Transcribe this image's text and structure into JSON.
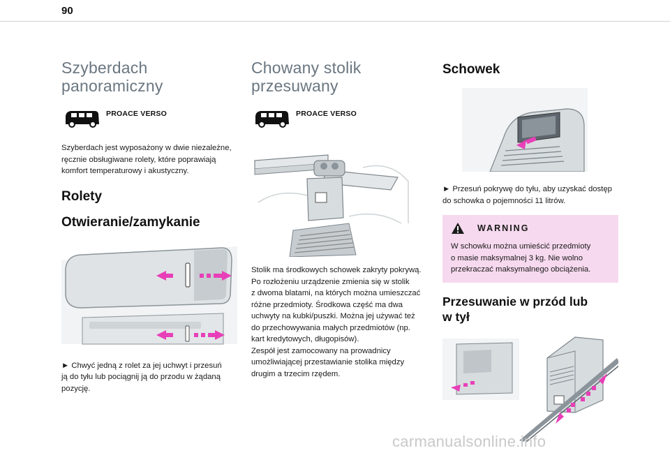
{
  "page": {
    "number": "90"
  },
  "col1": {
    "title_line1": "Szyberdach",
    "title_line2": "panoramiczny",
    "model": "PROACE VERSO",
    "intro": "Szyberdach jest wyposażony w dwie niezależne,\nręcznie obsługiwane rolety, które poprawiają\nkomfort temperaturowy i akustyczny.",
    "heading1": "Rolety",
    "heading2": "Otwieranie/zamykanie",
    "instruction": "► Chwyć jedną z rolet za jej uchwyt i przesuń\nją do tyłu lub pociągnij ją do przodu w żądaną\npozycję."
  },
  "col2": {
    "title_line1": "Chowany stolik",
    "title_line2": "przesuwany",
    "model": "PROACE VERSO",
    "body": "Stolik ma środkowych schowek zakryty pokrywą.\nPo rozłożeniu urządzenie zmienia się w stolik\nz dwoma blatami, na których można umieszczać\nróżne przedmioty. Środkowa część ma dwa\nuchwyty na kubki/puszki. Można jej używać też\ndo przechowywania małych przedmiotów (np.\nkart kredytowych, długopisów).\nZespół jest zamocowany na prowadnicy\numożliwiającej przestawianie stolika między\ndrugim a trzecim rzędem."
  },
  "col3": {
    "title": "Schowek",
    "instruction": "► Przesuń pokrywę do tyłu, aby uzyskać dostęp\ndo schowka o pojemności 11 litrów.",
    "warning_title": "WARNING",
    "warning_text": "W schowku można umieścić przedmioty\no masie maksymalnej 3 kg. Nie wolno\nprzekraczać maksymalnego obciążenia.",
    "heading_line1": "Przesuwanie w przód lub",
    "heading_line2": "w tył"
  },
  "watermark": "carmanualsonline.info",
  "colors": {
    "accent_title": "#6a7680",
    "warning_bg": "#f6d9ee",
    "arrow": "#e83fb8"
  }
}
